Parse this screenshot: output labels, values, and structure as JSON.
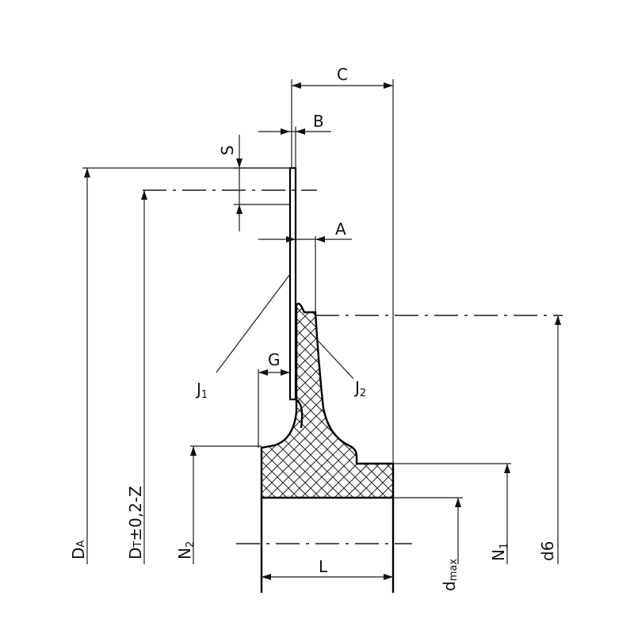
{
  "labels": {
    "C": "C",
    "B": "B",
    "S": "S",
    "A": "A",
    "G": "G",
    "J1": "J",
    "J1_sub": "1",
    "J2": "J",
    "J2_sub": "2",
    "DA": "D",
    "DA_sub": "A",
    "DT": "D",
    "DT_sub": "T",
    "DT_tol": "±0,2-Z",
    "N2": "N",
    "N2_sub": "2",
    "L": "L",
    "dmax": "d",
    "dmax_sub": "max",
    "N1": "N",
    "N1_sub": "1",
    "d6": "d6"
  }
}
